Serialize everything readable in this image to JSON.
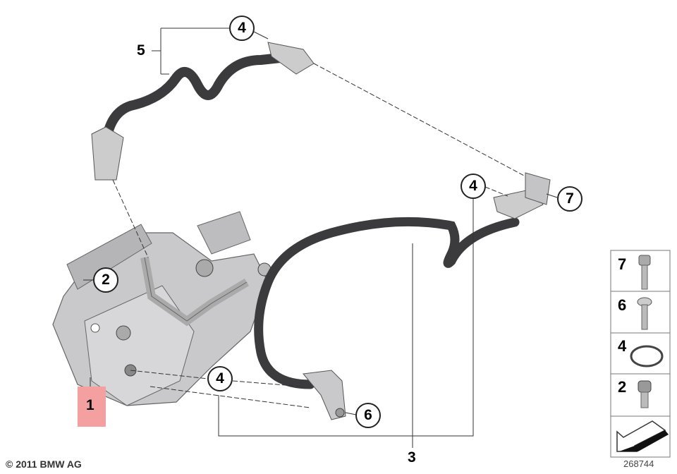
{
  "diagram": {
    "callouts": [
      {
        "id": "hose-seal-top",
        "number": "4"
      },
      {
        "id": "cooler-bolt",
        "number": "2"
      },
      {
        "id": "hose-seal-right",
        "number": "4"
      },
      {
        "id": "bracket-bolt-top",
        "number": "7"
      },
      {
        "id": "hose-seal-bottom",
        "number": "4"
      },
      {
        "id": "bracket-bolt-bottom",
        "number": "6"
      }
    ],
    "labels": {
      "oil_cooler": "1",
      "feed_line": "3",
      "return_hose": "5"
    },
    "highlight_color": "#f4a0a0",
    "copyright": "© 2011 BMW AG",
    "diagram_number": "268744"
  },
  "legend": {
    "items": [
      {
        "number": "7",
        "icon": "hex-bolt-icon"
      },
      {
        "number": "6",
        "icon": "torx-bolt-icon"
      },
      {
        "number": "4",
        "icon": "o-ring-icon"
      },
      {
        "number": "2",
        "icon": "collar-bolt-icon"
      }
    ],
    "footer_icon": "arrow-icon"
  }
}
